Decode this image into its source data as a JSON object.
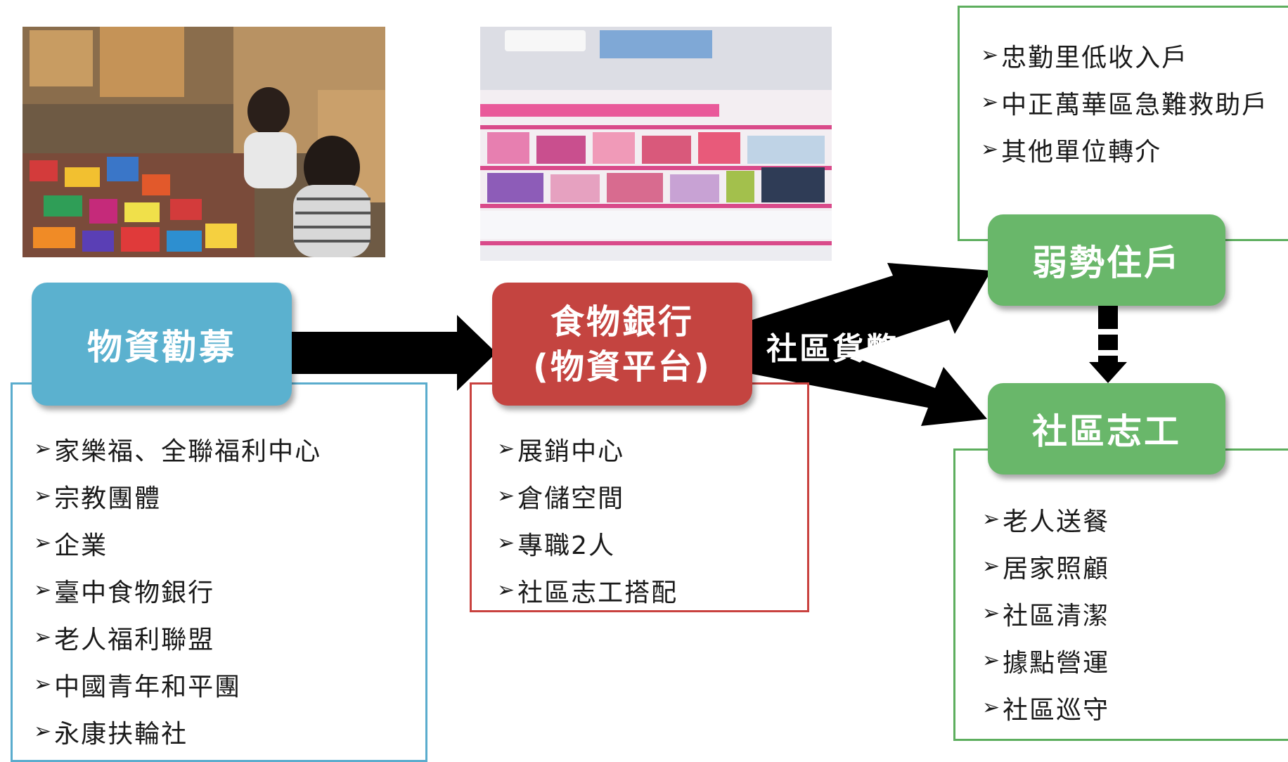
{
  "donation": {
    "title": "物資勸募",
    "items": [
      "家樂福、全聯福利中心",
      "宗教團體",
      "企業",
      "臺中食物銀行",
      "老人福利聯盟",
      "中國青年和平團",
      "永康扶輪社"
    ]
  },
  "food_bank": {
    "title_line1": "食物銀行",
    "title_line2": "(物資平台)",
    "items": [
      "展銷中心",
      "倉儲空間",
      "專職2人",
      "社區志工搭配"
    ]
  },
  "currency_label": "社區貨幣",
  "households": {
    "title": "弱勢住戶",
    "items": [
      "忠勤里低收入戶",
      "中正萬華區急難救助戶",
      "其他單位轉介"
    ]
  },
  "volunteers": {
    "title": "社區志工",
    "items": [
      "老人送餐",
      "居家照顧",
      "社區清潔",
      "據點營運",
      "社區巡守"
    ]
  },
  "bullet": "➢",
  "colors": {
    "blue": "#5bb1cf",
    "red": "#c44440",
    "green": "#69b76a",
    "arrow": "#000000"
  }
}
